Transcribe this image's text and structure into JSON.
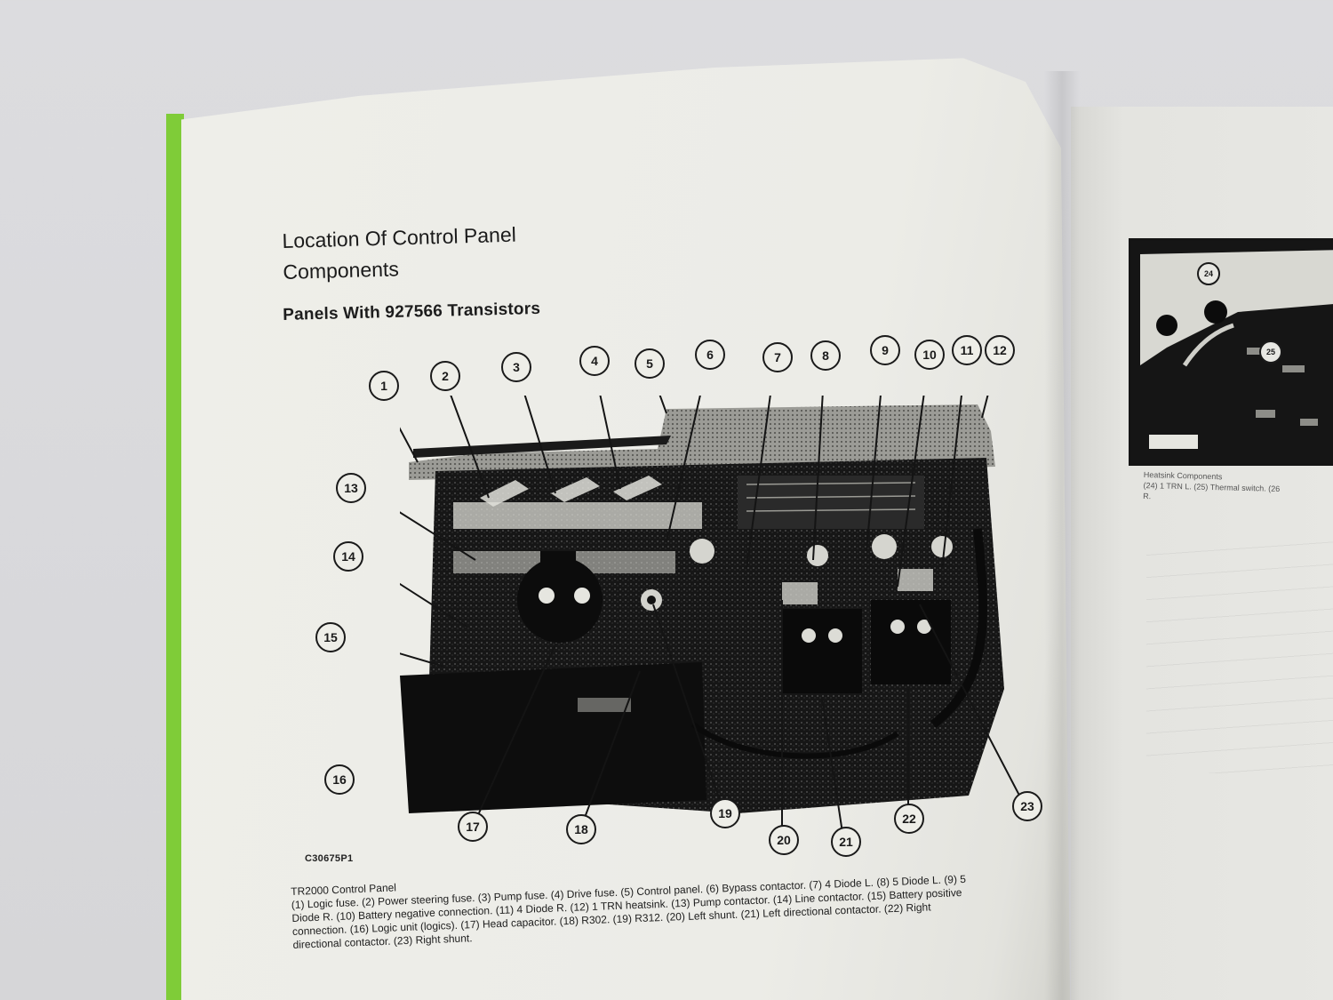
{
  "left_page": {
    "title_line1": "Location Of Control Panel",
    "title_line2": "Components",
    "subtitle": "Panels With 927566 Transistors",
    "figure_code": "C30675P1",
    "figure_callouts": [
      "1",
      "2",
      "3",
      "4",
      "5",
      "6",
      "7",
      "8",
      "9",
      "10",
      "11",
      "12",
      "13",
      "14",
      "15",
      "16",
      "17",
      "18",
      "19",
      "20",
      "21",
      "22",
      "23"
    ],
    "caption": {
      "heading": "TR2000 Control Panel",
      "lines": [
        "(1) Logic fuse. (2) Power steering fuse. (3) Pump fuse. (4) Drive fuse. (5) Control panel. (6) Bypass contactor. (7) 4 Diode L. (8) 5 Diode L. (9) 5",
        "Diode R. (10) Battery negative connection. (11) 4 Diode R. (12) 1 TRN heatsink. (13) Pump contactor. (14) Line contactor. (15) Battery positive",
        "connection. (16) Logic unit (logics). (17) Head capacitor. (18) R302. (19) R312. (20) Left shunt. (21) Left directional contactor. (22) Right",
        "directional contactor. (23) Right shunt."
      ]
    }
  },
  "right_page": {
    "figure_callouts": [
      "24",
      "25"
    ],
    "caption_heading": "Heatsink Components",
    "caption_line1": "(24) 1 TRN L. (25) Thermal switch. (26",
    "caption_line2": "R."
  },
  "colors": {
    "spine_green": "#7fcc38",
    "paper": "#ecece7",
    "ink": "#1b1b1b",
    "background": "#dadadd"
  }
}
